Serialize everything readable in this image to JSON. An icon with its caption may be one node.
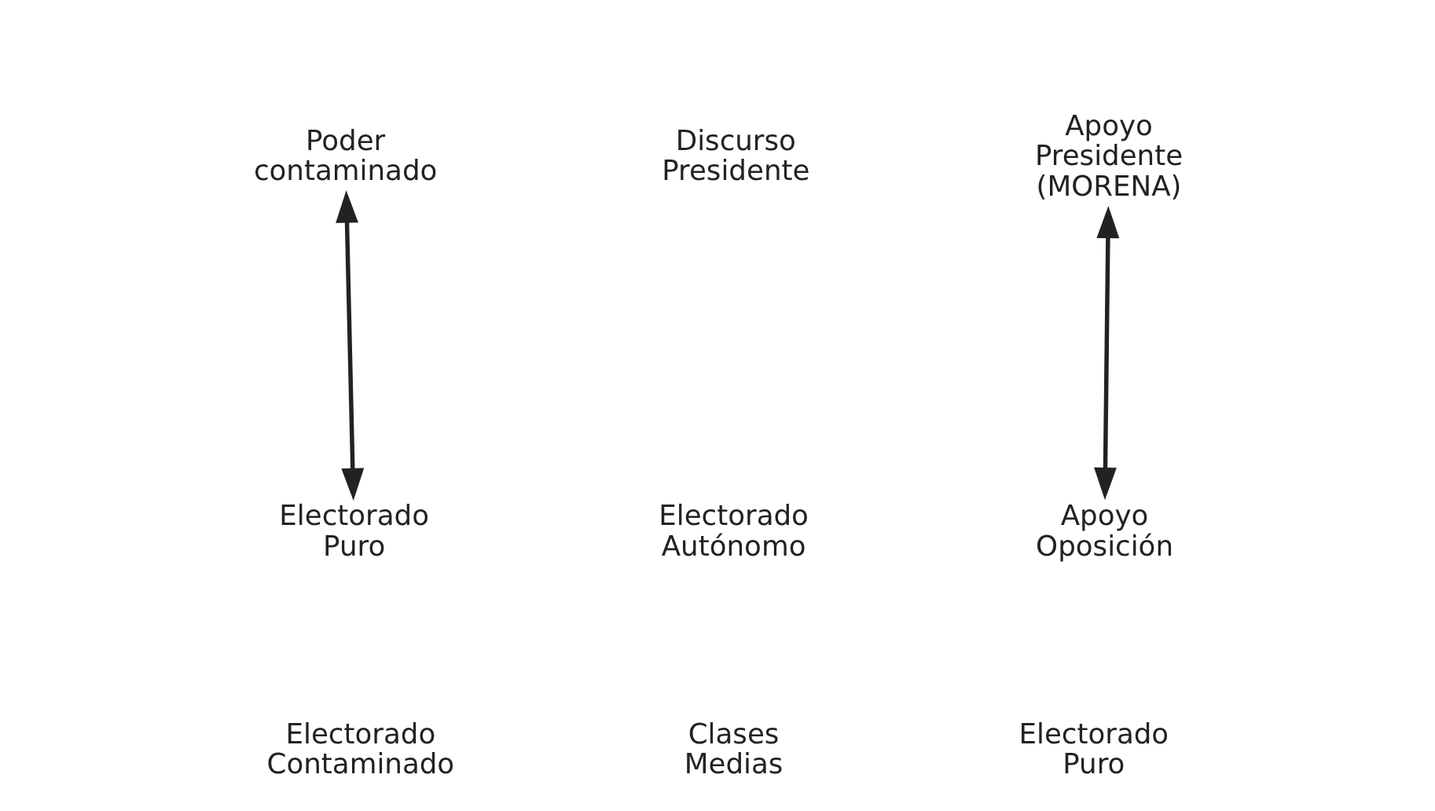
{
  "diagram": {
    "nodes": [
      {
        "text": [
          "Poder contaminado"
        ]
      },
      {
        "text": [
          "Electorado Puro"
        ]
      },
      {
        "text": [
          "Apoyo Presidente (MORENA)"
        ]
      },
      {
        "text": [
          "Apoyo Oposición"
        ]
      }
    ],
    "edges": [
      {
        "from": 0,
        "to": 1,
        "arrow": "both"
      },
      {
        "from": 2,
        "to": 3,
        "arrow": "both"
      }
    ],
    "labels": [
      "Discurso Presidente",
      "Electorado Autónomo",
      "Clases Medias",
      "Electorado Contaminado",
      "Electorado Puro"
    ]
  }
}
